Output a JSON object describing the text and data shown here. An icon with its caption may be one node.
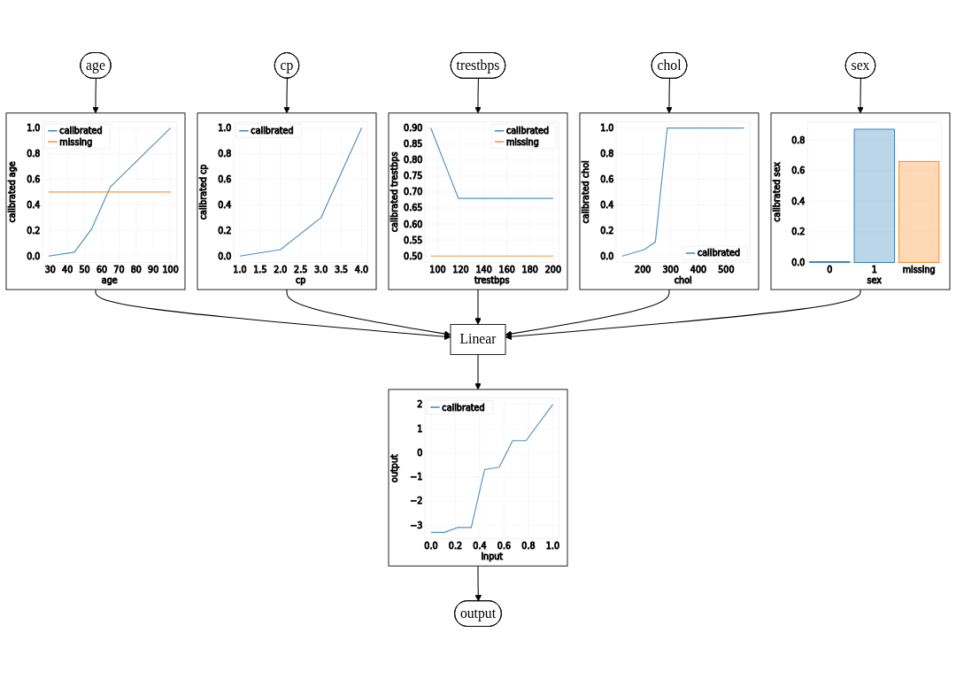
{
  "diagram": {
    "nodes": [
      {
        "text": [
          "age"
        ]
      },
      {
        "text": [
          "cp"
        ]
      },
      {
        "text": [
          "trestbps"
        ]
      },
      {
        "text": [
          "chol"
        ]
      },
      {
        "text": [
          "sex"
        ]
      },
      {
        "text": [],
        "shape": "picture"
      },
      {
        "text": [],
        "shape": "picture"
      },
      {
        "text": [],
        "shape": "picture"
      },
      {
        "text": [],
        "shape": "picture"
      },
      {
        "text": [],
        "shape": "picture"
      },
      {
        "text": [
          "Linear"
        ]
      },
      {
        "text": [],
        "shape": "picture"
      },
      {
        "text": [
          "output"
        ]
      }
    ],
    "edges": [
      {
        "from": 0,
        "to": 5,
        "arrow": "to"
      },
      {
        "from": 1,
        "to": 6,
        "arrow": "to"
      },
      {
        "from": 2,
        "to": 7,
        "arrow": "to"
      },
      {
        "from": 3,
        "to": 8,
        "arrow": "to"
      },
      {
        "from": 4,
        "to": 9,
        "arrow": "to"
      },
      {
        "from": 5,
        "to": 10,
        "arrow": "to"
      },
      {
        "from": 6,
        "to": 10,
        "arrow": "to"
      },
      {
        "from": 7,
        "to": 10,
        "arrow": "to"
      },
      {
        "from": 8,
        "to": 10,
        "arrow": "to"
      },
      {
        "from": 9,
        "to": 10,
        "arrow": "to"
      },
      {
        "from": 10,
        "to": 11,
        "arrow": "to"
      },
      {
        "from": 11,
        "to": 12,
        "arrow": "to"
      }
    ],
    "chart_data": [
      {
        "type": "line",
        "xlabel": "age",
        "ylabel": "calibrated age",
        "x": [
          29,
          44,
          54,
          65,
          100
        ],
        "series": [
          {
            "name": "calibrated",
            "color": "#1f77b4",
            "values": [
              0,
              0.03,
              0.21,
              0.54,
              1.0
            ]
          },
          {
            "name": "missing",
            "color": "#ff7f0e",
            "values": [
              0.5,
              0.5,
              0.5,
              0.5,
              0.5
            ]
          }
        ],
        "xlim": [
          25.5,
          103.5
        ],
        "ylim": [
          -0.05,
          1.05
        ],
        "grid": true,
        "legend": "upper left",
        "xticks": [
          30,
          40,
          50,
          60,
          70,
          80,
          90,
          100
        ],
        "yticks": [
          {
            "value": 0,
            "label": "0.0"
          },
          0.2,
          0.4,
          0.6,
          0.8,
          {
            "value": 1,
            "label": "1.0"
          }
        ]
      },
      {
        "type": "line",
        "xlabel": "cp",
        "ylabel": "calibrated cp",
        "x": [
          1,
          2,
          3,
          4
        ],
        "series": [
          {
            "name": "calibrated",
            "color": "#1f77b4",
            "values": [
              0,
              0.05,
              0.3,
              1.0
            ]
          }
        ],
        "xlim": [
          0.85,
          4.15
        ],
        "ylim": [
          -0.05,
          1.05
        ],
        "grid": true,
        "legend": "upper left",
        "xticks": [
          {
            "value": 1,
            "label": "1.0"
          },
          1.5,
          {
            "value": 2,
            "label": "2.0"
          },
          2.5,
          {
            "value": 3,
            "label": "3.0"
          },
          3.5,
          {
            "value": 4,
            "label": "4.0"
          }
        ],
        "yticks": [
          {
            "value": 0,
            "label": "0.0"
          },
          0.2,
          0.4,
          0.6,
          0.8,
          {
            "value": 1,
            "label": "1.0"
          }
        ]
      },
      {
        "type": "line",
        "xlabel": "trestbps",
        "ylabel": "calibrated trestbps",
        "x": [
          94,
          118,
          200
        ],
        "series": [
          {
            "name": "calibrated",
            "color": "#1f77b4",
            "values": [
              0.9,
              0.68,
              0.68
            ]
          },
          {
            "name": "missing",
            "color": "#ff7f0e",
            "values": [
              0.5,
              0.5,
              0.5
            ]
          }
        ],
        "xlim": [
          89,
          205
        ],
        "ylim": [
          0.48,
          0.92
        ],
        "grid": true,
        "legend": "upper right",
        "xticks": [
          100,
          120,
          140,
          160,
          180,
          200
        ],
        "yticks": [
          {
            "value": 0.5,
            "label": "0.50"
          },
          0.55,
          {
            "value": 0.6,
            "label": "0.60"
          },
          0.65,
          {
            "value": 0.7,
            "label": "0.70"
          },
          0.75,
          {
            "value": 0.8,
            "label": "0.80"
          },
          0.85,
          {
            "value": 0.9,
            "label": "0.90"
          }
        ]
      },
      {
        "type": "line",
        "xlabel": "chol",
        "ylabel": "calibrated chol",
        "x": [
          126,
          205,
          245,
          288,
          564
        ],
        "series": [
          {
            "name": "calibrated",
            "color": "#1f77b4",
            "values": [
              0,
              0.05,
              0.11,
              1.0,
              1.0
            ]
          }
        ],
        "xlim": [
          104,
          586
        ],
        "ylim": [
          -0.05,
          1.05
        ],
        "grid": true,
        "legend": "lower right",
        "xticks": [
          200,
          300,
          400,
          500
        ],
        "yticks": [
          {
            "value": 0,
            "label": "0.0"
          },
          0.2,
          0.4,
          0.6,
          0.8,
          {
            "value": 1,
            "label": "1.0"
          }
        ]
      },
      {
        "type": "bar",
        "xlabel": "sex",
        "ylabel": "calibrated sex",
        "categories": [
          "0",
          "1",
          "missing"
        ],
        "stacked": true,
        "ylim": [
          0,
          0.92
        ],
        "grid": true,
        "series": [
          {
            "color": "#1f77b4",
            "values": [
              0.005,
              0.87,
              null
            ]
          },
          {
            "color": "#ff7f0e",
            "values": [
              null,
              null,
              0.66
            ]
          }
        ],
        "yticks": [
          {
            "value": 0,
            "label": "0.0"
          },
          0.2,
          0.4,
          0.6,
          0.8
        ]
      },
      {
        "type": "line",
        "xlabel": "input",
        "ylabel": "output",
        "x": [
          0,
          0.11,
          0.22,
          0.33,
          0.44,
          0.56,
          0.67,
          0.78,
          1.0
        ],
        "series": [
          {
            "name": "calibrated",
            "color": "#1f77b4",
            "values": [
              -3.3,
              -3.3,
              -3.1,
              -3.1,
              -0.7,
              -0.6,
              0.5,
              0.5,
              2.0
            ]
          }
        ],
        "xlim": [
          -0.05,
          1.05
        ],
        "ylim": [
          -3.57,
          2.27
        ],
        "grid": true,
        "legend": "upper left",
        "xticks": [
          {
            "value": 0,
            "label": "0.0"
          },
          0.2,
          0.4,
          0.6,
          0.8,
          {
            "value": 1,
            "label": "1.0"
          }
        ],
        "yticks": [
          {
            "value": -3,
            "label": "−3"
          },
          {
            "value": -2,
            "label": "−2"
          },
          {
            "value": -1,
            "label": "−1"
          },
          0,
          1,
          2
        ]
      }
    ]
  }
}
